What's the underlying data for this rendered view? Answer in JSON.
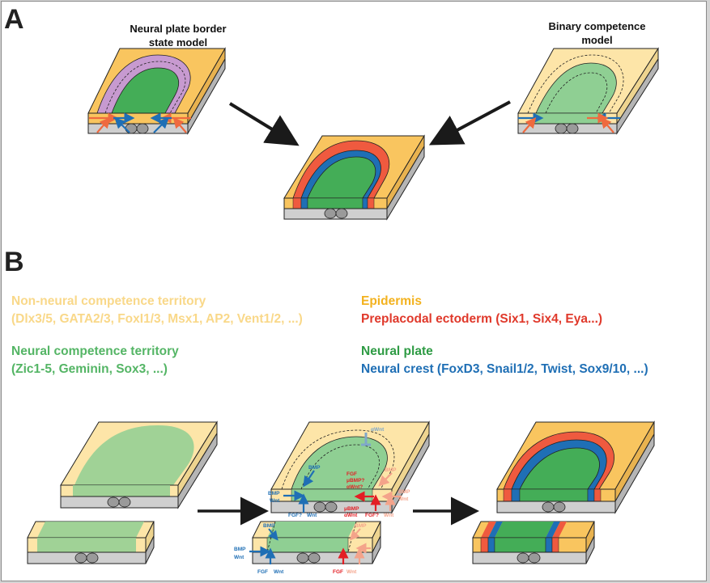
{
  "panels": {
    "a_letter": "A",
    "b_letter": "B"
  },
  "panel_a": {
    "left_title_line1": "Neural plate border",
    "left_title_line2": "state model",
    "right_title_line1": "Binary competence",
    "right_title_line2": "model"
  },
  "legend": {
    "nonneural_title": "Non-neural competence territory",
    "nonneural_genes": "(Dlx3/5, GATA2/3, FoxI1/3, Msx1, AP2, Vent1/2, ...)",
    "neural_title": "Neural competence territory",
    "neural_genes": "(Zic1-5, Geminin, Sox3, ...)",
    "epidermis": "Epidermis",
    "preplacodal": "Preplacodal ectoderm (Six1, Six4, Eya...)",
    "neural_plate": "Neural plate",
    "neural_crest": "Neural crest (FoxD3, Snail1/2, Twist, Sox9/10, ...)"
  },
  "signals": {
    "mid_top": {
      "uwnt": "αWnt",
      "bmp_upper": "BMP",
      "bmp_left": "BMP",
      "wnt_left": "Wnt",
      "fgf_q": "FGF?",
      "wnt_low": "Wnt",
      "fgf_right": "FGF",
      "ubmp_q": "μBMP?",
      "uwnt_q": "αWnt?",
      "bmp_pink": "BMP",
      "ubmp_low": "μBMP",
      "uwnt_low": "αWnt",
      "fgf_low_q": "FGF?",
      "wnt_pink": "Wnt",
      "bmp_far": "BMP",
      "wnt_far": "Wnt"
    },
    "mid_bottom": {
      "bmp_up": "BMP",
      "bmp_left": "BMP",
      "wnt_left": "Wnt",
      "fgf": "FGF",
      "wnt": "Wnt",
      "fgf_red": "FGF",
      "wnt_red": "Wnt",
      "bmp_pink": "BMP"
    }
  },
  "colors": {
    "epidermis": "#f9c55f",
    "nonneural": "#fde5a8",
    "preplacodal": "#ef5a3f",
    "neural_plate": "#44ad57",
    "neural_light": "#8fcf93",
    "neural_crest": "#1f6fb5",
    "purple_border": "#c79ad0",
    "blue_signal": "#1f6fb5",
    "red_signal": "#e31e24",
    "pink_signal": "#f4a38a",
    "arrow": "#1a1a1a"
  },
  "icons": {
    "blocks": "tissue-block-icon"
  }
}
